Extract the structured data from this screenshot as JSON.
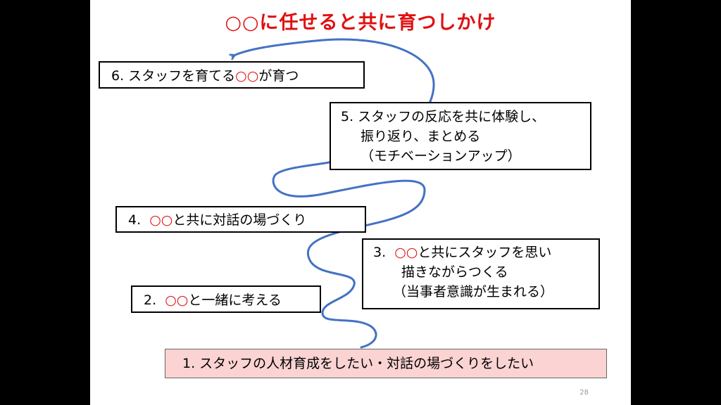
{
  "title": "○○に任せると共に育つしかけ",
  "steps": {
    "s6": {
      "prefix": "6. スタッフを育てる",
      "red": "○○",
      "suffix": "が育つ"
    },
    "s5": {
      "line1": "5. スタッフの反応を共に体験し、",
      "line2": "振り返り、まとめる",
      "line3": "（モチベーションアップ）"
    },
    "s4": {
      "prefix": "4. ",
      "red": "○○",
      "suffix": "と共に対話の場づくり"
    },
    "s3": {
      "prefix": "3. ",
      "red": "○○",
      "suffix": "と共にスタッフを思い",
      "line2": "描きながらつくる",
      "line3": "（当事者意識が生まれる）"
    },
    "s2": {
      "prefix": "2. ",
      "red": "○○",
      "suffix": "と一緒に考える"
    },
    "s1": {
      "text": "1. スタッフの人材育成をしたい・対話の場づくりをしたい"
    }
  },
  "page_number": "28",
  "colors": {
    "title": "#e01010",
    "accent_red": "#e01010",
    "flow_line": "#4472c4",
    "box1_fill": "#fbd3d3"
  }
}
